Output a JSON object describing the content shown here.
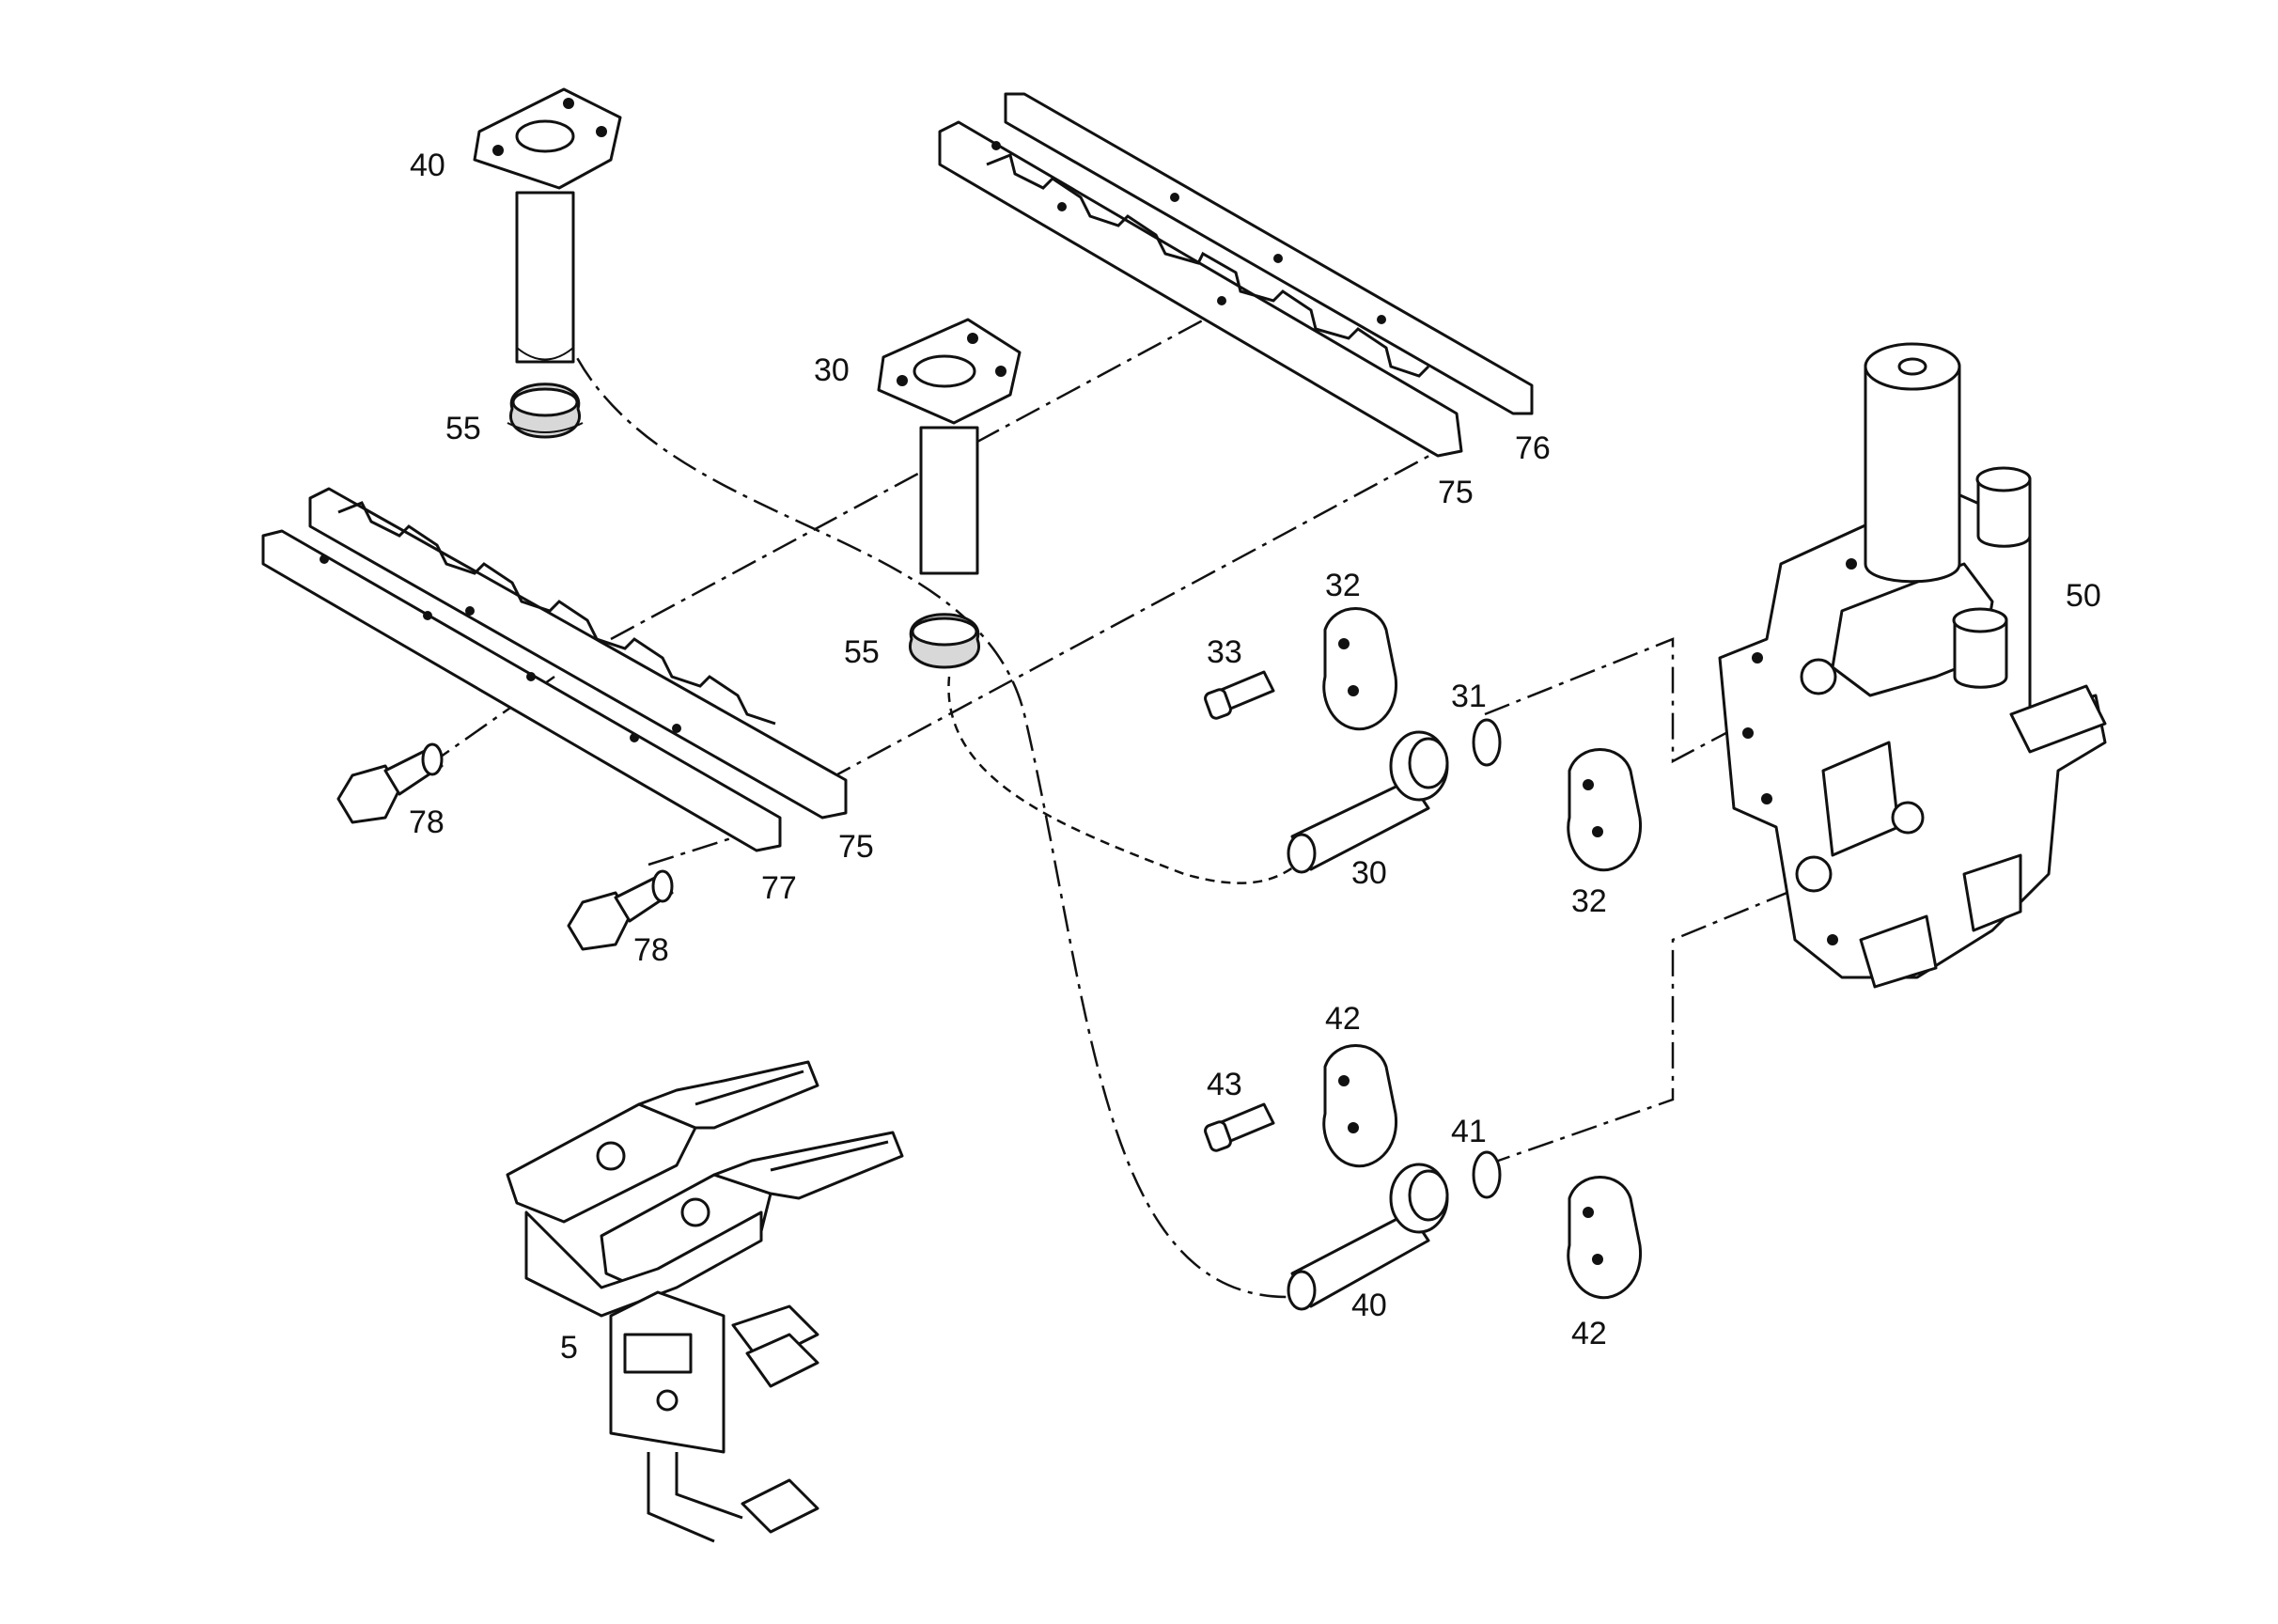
{
  "labels": {
    "l40a": "40",
    "l55a": "55",
    "l30a": "30",
    "l55b": "55",
    "l76": "76",
    "l75a": "75",
    "l75b": "75",
    "l77": "77",
    "l78a": "78",
    "l78b": "78",
    "l32a": "32",
    "l33": "33",
    "l31": "31",
    "l30b": "30",
    "l32b": "32",
    "l50": "50",
    "l42a": "42",
    "l43": "43",
    "l41": "41",
    "l40b": "40",
    "l42b": "42",
    "l5": "5"
  }
}
